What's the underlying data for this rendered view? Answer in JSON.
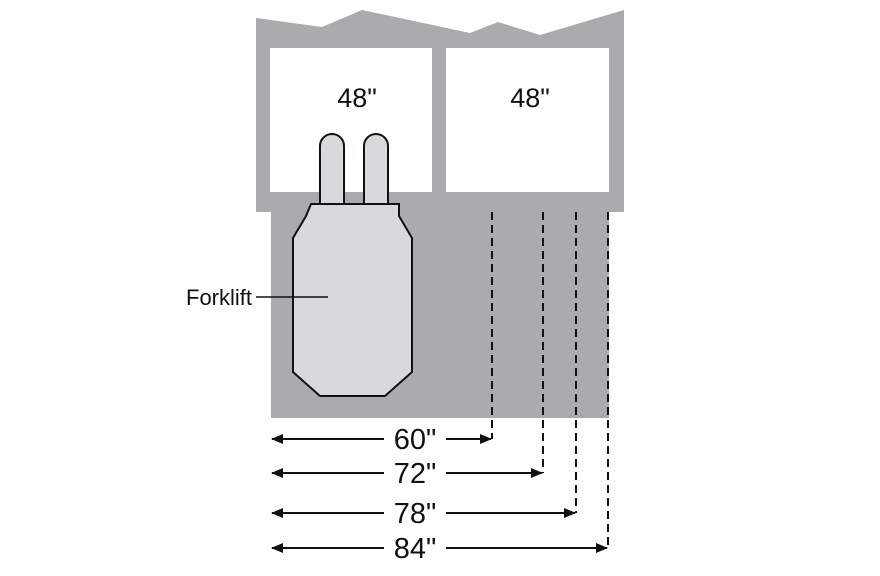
{
  "colors": {
    "rack_gray": "#a9abad",
    "forklift_fill": "#d8d9db",
    "pallet_fill": "#ffffff",
    "line": "#111111"
  },
  "pallets": [
    {
      "label": "48\""
    },
    {
      "label": "48\""
    }
  ],
  "forklift": {
    "label": "Forklift"
  },
  "dimensions": [
    {
      "label": "60\""
    },
    {
      "label": "72\""
    },
    {
      "label": "78\""
    },
    {
      "label": "84\""
    }
  ]
}
